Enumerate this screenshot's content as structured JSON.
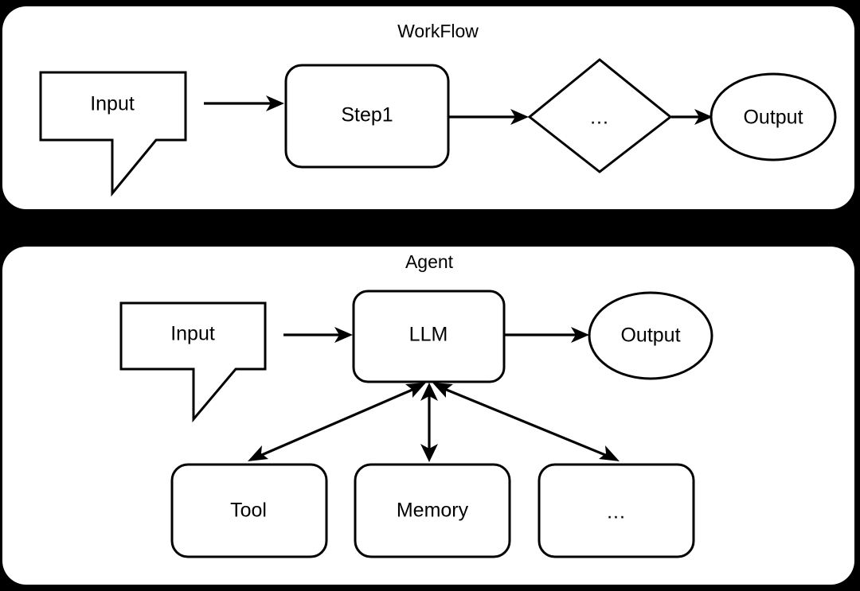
{
  "meta": {
    "background_color": "#000000",
    "panel_color": "#ffffff",
    "stroke_color": "#000000"
  },
  "panels": [
    {
      "id": "workflow",
      "title": "WorkFlow",
      "nodes": [
        {
          "id": "wf-input",
          "label": "Input",
          "shape": "callout"
        },
        {
          "id": "wf-step1",
          "label": "Step1",
          "shape": "rounded-rect"
        },
        {
          "id": "wf-ellipsis",
          "label": "...",
          "shape": "diamond"
        },
        {
          "id": "wf-output",
          "label": "Output",
          "shape": "ellipse"
        }
      ],
      "edges": [
        {
          "from": "wf-input",
          "to": "wf-step1",
          "direction": "one-way"
        },
        {
          "from": "wf-step1",
          "to": "wf-ellipsis",
          "direction": "one-way"
        },
        {
          "from": "wf-ellipsis",
          "to": "wf-output",
          "direction": "one-way"
        }
      ]
    },
    {
      "id": "agent",
      "title": "Agent",
      "nodes": [
        {
          "id": "ag-input",
          "label": "Input",
          "shape": "callout"
        },
        {
          "id": "ag-llm",
          "label": "LLM",
          "shape": "rounded-rect"
        },
        {
          "id": "ag-output",
          "label": "Output",
          "shape": "ellipse"
        },
        {
          "id": "ag-tool",
          "label": "Tool",
          "shape": "rounded-rect"
        },
        {
          "id": "ag-memory",
          "label": "Memory",
          "shape": "rounded-rect"
        },
        {
          "id": "ag-ellipsis",
          "label": "...",
          "shape": "rounded-rect"
        }
      ],
      "edges": [
        {
          "from": "ag-input",
          "to": "ag-llm",
          "direction": "one-way"
        },
        {
          "from": "ag-llm",
          "to": "ag-output",
          "direction": "one-way"
        },
        {
          "from": "ag-llm",
          "to": "ag-tool",
          "direction": "two-way"
        },
        {
          "from": "ag-llm",
          "to": "ag-memory",
          "direction": "two-way"
        },
        {
          "from": "ag-llm",
          "to": "ag-ellipsis",
          "direction": "two-way"
        }
      ]
    }
  ]
}
